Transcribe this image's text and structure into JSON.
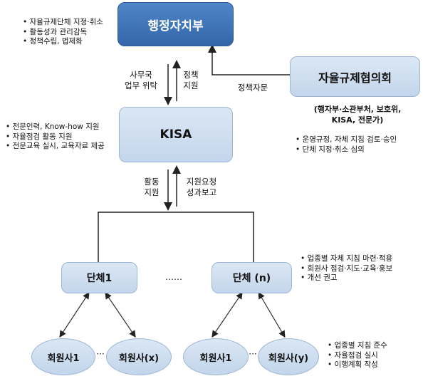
{
  "ministry": {
    "name": "행정자치부",
    "bullets": [
      "자율규제단체 지정·취소",
      "활동성과 관리감독",
      "정책수립, 법제화"
    ]
  },
  "council": {
    "name": "자율규제협의회",
    "members": "(행자부·소관부처, 보호위,\nKISA, 전문가)",
    "bullets": [
      "운영규정, 자체 지침 검토·승인",
      "단체 지정·취소 심의"
    ]
  },
  "kisa": {
    "name": "KISA",
    "bullets": [
      "전문인력, Know-how 지원",
      "자율점검 활동 지원",
      "전문교육 실시, 교육자료 제공"
    ]
  },
  "flows": {
    "ministry_to_kisa": "사무국\n업무 위탁",
    "kisa_to_ministry": "정책\n지원",
    "council_to_ministry": "정책자문",
    "kisa_to_groups": "활동\n지원",
    "groups_to_kisa": "지원요청\n성과보고"
  },
  "groups": {
    "group1": "단체1",
    "ellipsis": "……",
    "groupN": "단체 (n)",
    "bullets": [
      "업종별 자체 지침 마련·적용",
      "회원사 점검·지도·교육·홍보",
      "개선 권고"
    ]
  },
  "members": {
    "g1_m1": "회원사1",
    "g1_mx": "회원사(x)",
    "gn_m1": "회원사1",
    "gn_my": "회원사(y)",
    "dots": "···",
    "bullets": [
      "업종별 지침 준수",
      "자율점검 실시",
      "이행계획 작성"
    ]
  }
}
